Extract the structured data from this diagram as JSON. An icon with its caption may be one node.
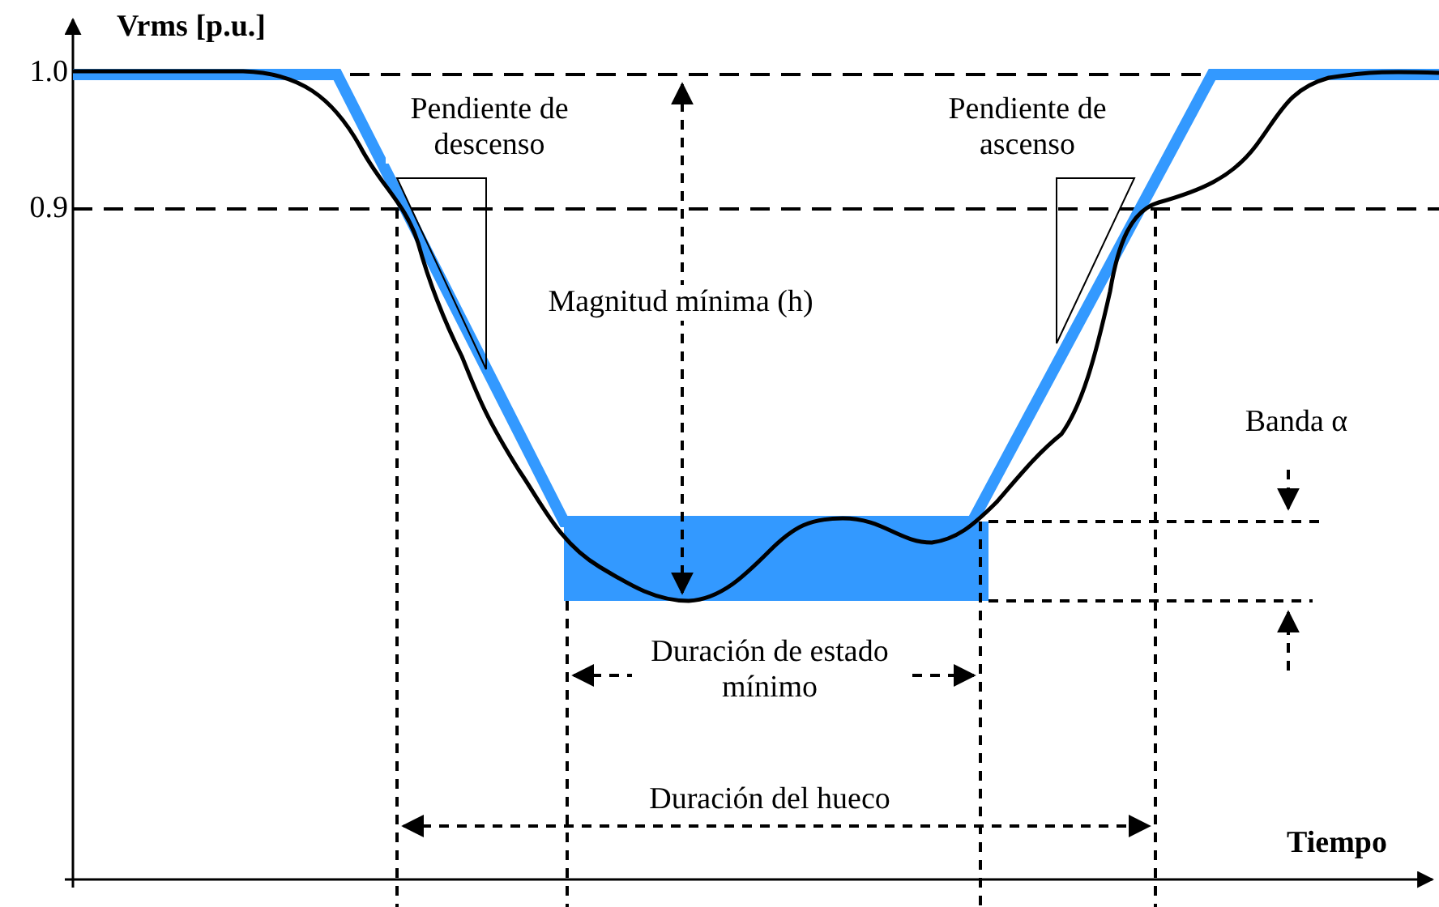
{
  "diagram": {
    "labels": [
      "Vrms [p.u.]",
      "1.0",
      "0.9",
      "Pendiente de descenso",
      "Pendiente de ascenso",
      "Magnitud mínima (h)",
      "Banda α",
      "Duración de estado mínimo",
      "Duración del hueco",
      "Tiempo"
    ]
  }
}
